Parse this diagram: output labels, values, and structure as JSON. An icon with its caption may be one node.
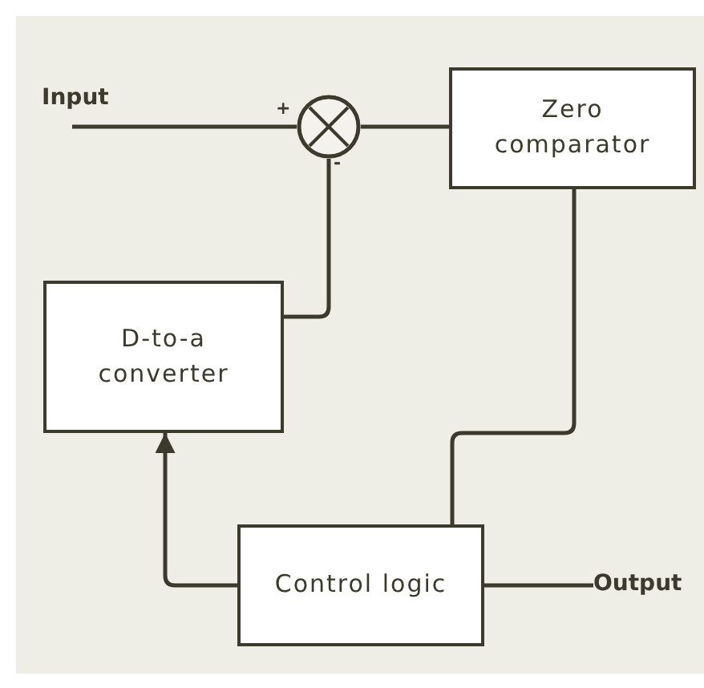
{
  "diagram": {
    "nodes": [
      {
        "text": [
          "Input"
        ]
      },
      {
        "text": [],
        "shape": "circle"
      },
      {
        "text": [
          "Zero comparator"
        ]
      },
      {
        "text": [
          "D-to-a converter"
        ]
      },
      {
        "text": [
          "Control logic"
        ]
      },
      {
        "text": [
          "Output"
        ]
      }
    ],
    "edges": [
      {
        "from": 0,
        "to": 1,
        "arrow": "none"
      },
      {
        "from": 1,
        "to": 2,
        "arrow": "none"
      },
      {
        "from": 3,
        "to": 1,
        "arrow": "none"
      },
      {
        "from": 2,
        "to": 4,
        "arrow": "none"
      },
      {
        "from": 4,
        "to": 3,
        "arrow": "to"
      },
      {
        "from": 4,
        "to": 5,
        "arrow": "none"
      }
    ],
    "labels": [
      "+",
      "-"
    ]
  }
}
